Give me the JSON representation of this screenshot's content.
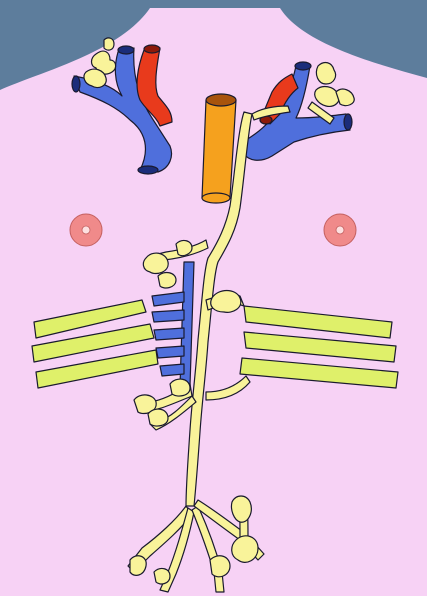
{
  "figure": {
    "labels": [],
    "colors": {
      "background_frame": "#ffffff",
      "shoulder_backdrop": "#5d7d9c",
      "body_skin": "#f7d2f5",
      "vein": "#4f6fdc",
      "artery": "#e83a1c",
      "vein_end": "#1b2d7a",
      "artery_end": "#8c1a0a",
      "thoracic_duct_cistern": "#f5a11e",
      "duct_end": "#a8540c",
      "lymph_vessel": "#f9f39a",
      "nipple": "#f08a8a",
      "nipple_center": "#fde0e0",
      "rib_band": "#dff06a",
      "outline": "#1a1a2e"
    },
    "components": [
      "shoulder-backdrop",
      "torso",
      "left-subclavian-vein",
      "left-subclavian-artery",
      "right-subclavian-vein",
      "right-subclavian-artery",
      "thoracic-duct",
      "cisterna-chyli",
      "azygos-vein-ladder",
      "left-rib-bands",
      "right-rib-bands",
      "left-nipple",
      "right-nipple",
      "lymph-nodes"
    ]
  }
}
